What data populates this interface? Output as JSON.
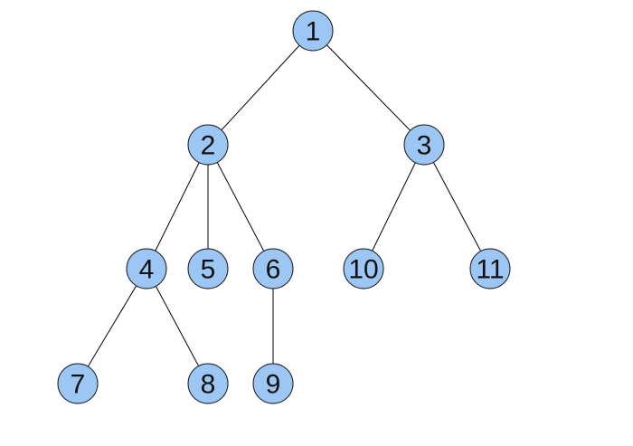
{
  "diagram": {
    "type": "tree",
    "colors": {
      "node_fill": "#9cc7f5",
      "node_stroke": "#1a1a1a",
      "edge": "#000000",
      "label": "#111111"
    },
    "nodes": [
      {
        "id": "n1",
        "label": "1"
      },
      {
        "id": "n2",
        "label": "2"
      },
      {
        "id": "n3",
        "label": "3"
      },
      {
        "id": "n4",
        "label": "4"
      },
      {
        "id": "n5",
        "label": "5"
      },
      {
        "id": "n6",
        "label": "6"
      },
      {
        "id": "n7",
        "label": "7"
      },
      {
        "id": "n8",
        "label": "8"
      },
      {
        "id": "n9",
        "label": "9"
      },
      {
        "id": "n10",
        "label": "10"
      },
      {
        "id": "n11",
        "label": "11"
      }
    ],
    "edges": [
      {
        "from": "n1",
        "to": "n2"
      },
      {
        "from": "n1",
        "to": "n3"
      },
      {
        "from": "n2",
        "to": "n4"
      },
      {
        "from": "n2",
        "to": "n5"
      },
      {
        "from": "n2",
        "to": "n6"
      },
      {
        "from": "n3",
        "to": "n10"
      },
      {
        "from": "n3",
        "to": "n11"
      },
      {
        "from": "n4",
        "to": "n7"
      },
      {
        "from": "n4",
        "to": "n8"
      },
      {
        "from": "n6",
        "to": "n9"
      }
    ]
  }
}
